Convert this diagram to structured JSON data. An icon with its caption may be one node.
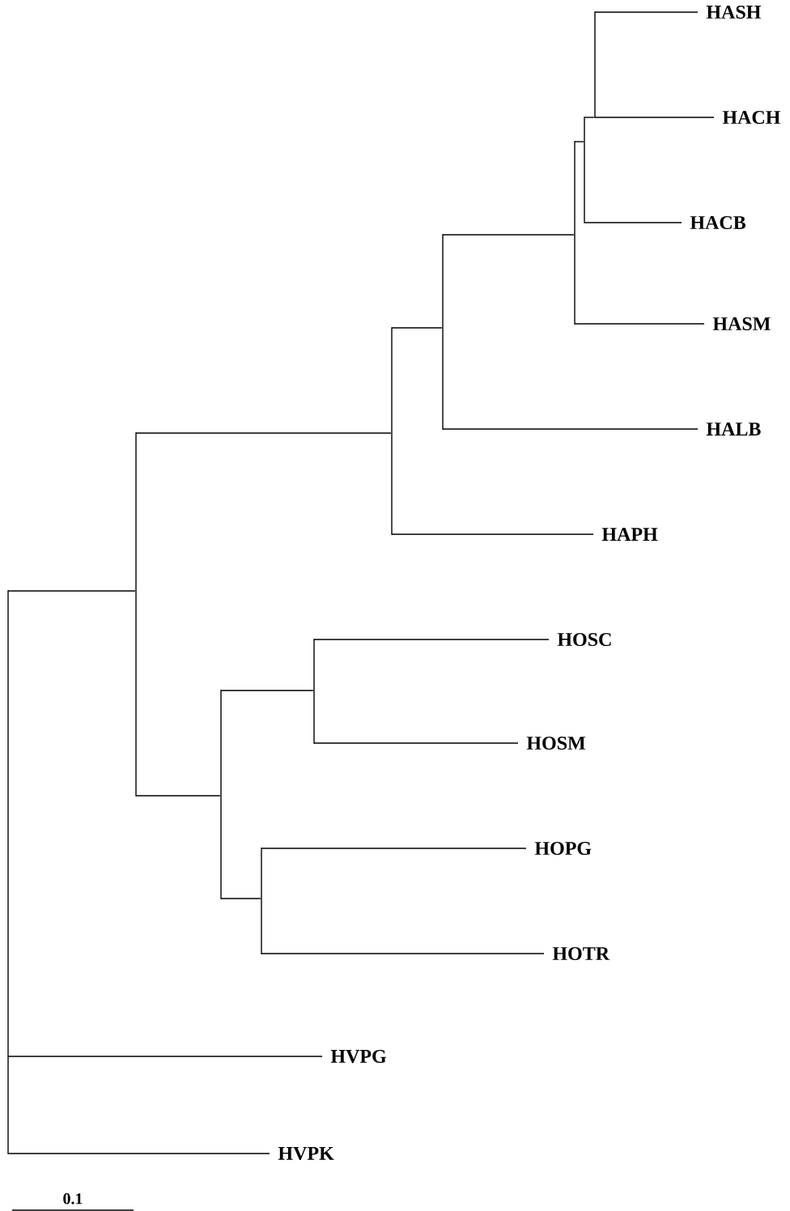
{
  "diagram": {
    "nodes": [
      {
        "text": [
          "HASH"
        ]
      },
      {
        "text": [
          "HACH"
        ]
      },
      {
        "text": [
          "HACB"
        ]
      },
      {
        "text": [
          "HASM"
        ]
      },
      {
        "text": [
          "HALB"
        ]
      },
      {
        "text": [
          "HAPH"
        ]
      },
      {
        "text": [
          "HOSC"
        ]
      },
      {
        "text": [
          "HOSM"
        ]
      },
      {
        "text": [
          "HOPG"
        ]
      },
      {
        "text": [
          "HOTR"
        ]
      },
      {
        "text": [
          "HVPG"
        ]
      },
      {
        "text": [
          "HVPK"
        ]
      },
      {
        "text": [],
        "shape": "bar"
      },
      {
        "text": [],
        "shape": "bar"
      },
      {
        "text": [],
        "shape": "bar"
      },
      {
        "text": [],
        "shape": "bar"
      },
      {
        "text": [],
        "shape": "bar"
      },
      {
        "text": [],
        "shape": "bar"
      },
      {
        "text": [],
        "shape": "bar"
      },
      {
        "text": [],
        "shape": "bar"
      },
      {
        "text": [],
        "shape": "bar"
      },
      {
        "text": [],
        "shape": "bar"
      }
    ],
    "edges": [
      {
        "from": 12,
        "to": 13,
        "arrow": "none"
      },
      {
        "from": 12,
        "to": 10,
        "arrow": "none"
      },
      {
        "from": 12,
        "to": 11,
        "arrow": "none"
      },
      {
        "from": 13,
        "to": 14,
        "arrow": "none"
      },
      {
        "from": 13,
        "to": 15,
        "arrow": "none"
      },
      {
        "from": 14,
        "to": 16,
        "arrow": "none"
      },
      {
        "from": 14,
        "to": 5,
        "arrow": "none"
      },
      {
        "from": 16,
        "to": 17,
        "arrow": "none"
      },
      {
        "from": 16,
        "to": 4,
        "arrow": "none"
      },
      {
        "from": 17,
        "to": 18,
        "arrow": "none"
      },
      {
        "from": 17,
        "to": 3,
        "arrow": "none"
      },
      {
        "from": 18,
        "to": 19,
        "arrow": "none"
      },
      {
        "from": 18,
        "to": 2,
        "arrow": "none"
      },
      {
        "from": 19,
        "to": 0,
        "arrow": "none"
      },
      {
        "from": 19,
        "to": 1,
        "arrow": "none"
      },
      {
        "from": 15,
        "to": 20,
        "arrow": "none"
      },
      {
        "from": 15,
        "to": 21,
        "arrow": "none"
      },
      {
        "from": 20,
        "to": 6,
        "arrow": "none"
      },
      {
        "from": 20,
        "to": 7,
        "arrow": "none"
      },
      {
        "from": 21,
        "to": 8,
        "arrow": "none"
      },
      {
        "from": 21,
        "to": 9,
        "arrow": "none"
      }
    ],
    "labels": [
      "0.1"
    ]
  }
}
